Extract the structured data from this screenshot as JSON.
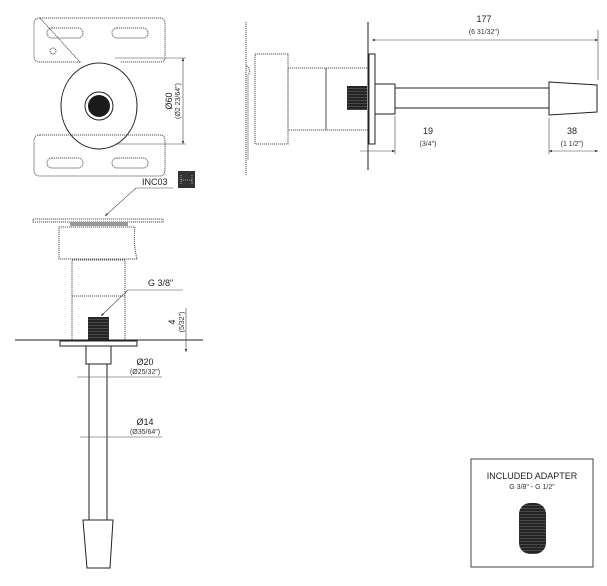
{
  "front_view": {
    "diameter": "Ø60",
    "diameter_in": "(Ø2 23/64\")"
  },
  "side_view": {
    "length": "177",
    "length_in": "(6 31/32\")",
    "flange_depth": "19",
    "flange_depth_in": "(3/4\")",
    "nozzle_length": "38",
    "nozzle_length_in": "(1 1/2\")"
  },
  "section_view": {
    "part_code": "INC03",
    "thread": "G 3/8\"",
    "offset": "4",
    "offset_in": "(5/32\")",
    "sleeve_dia": "Ø20",
    "sleeve_dia_in": "(Ø25/32\")",
    "pipe_dia": "Ø14",
    "pipe_dia_in": "(Ø35/64\")"
  },
  "adapter": {
    "title": "INCLUDED ADAPTER",
    "spec": "G 3/8\" - G 1/2\""
  }
}
